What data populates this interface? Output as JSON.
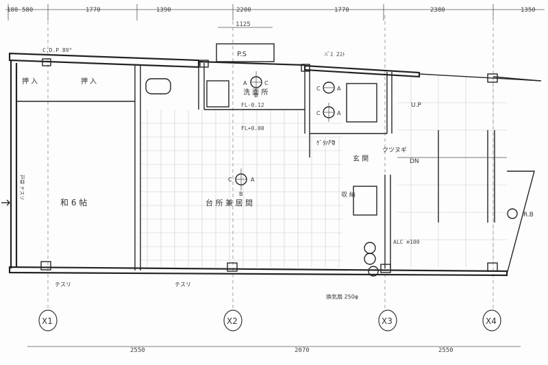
{
  "top_dims": [
    "180",
    "580",
    "1770",
    "1390",
    "2200",
    "1770",
    "2380",
    "1350"
  ],
  "bottom_dims": [
    "2550",
    "2070",
    "2550"
  ],
  "labels": {
    "ps": "P.S",
    "dim_1125": "1125",
    "bz_label": "ﾊﾞｽ 2ｽﾄ",
    "cdp": "C.D.P 89°",
    "oshiire_left": "押 入",
    "oshiire_right": "押 入",
    "washitsu": "和 6 帖",
    "kitchen_living": "台 所 兼 居 間",
    "senmen": "洗 面 所",
    "fl_012": "FL-0.12",
    "fl_000": "FL+0.00",
    "getabako": "ｹﾞﾀﾊﾞｺ",
    "genkan": "玄 関",
    "kutsunugi": "クツヌギ",
    "shuno": "収 納",
    "up": "U.P",
    "dn": "DN",
    "alc": "ALC ⊕100",
    "rb": "R.B",
    "tesuri_left": "テスリ",
    "tesuri_right": "テスリ",
    "kankisen": "換気扇 250φ",
    "side_note": "戸袋 ナスリ",
    "room_fd": "FD",
    "dot_a1": "A",
    "dot_b1": "B",
    "dot_c1": "C",
    "dot_a2": "A",
    "dot_b2": "B",
    "dot_c2": "C",
    "dot_a3": "A",
    "dot_c3": "C",
    "dot_a4": "A",
    "dot_c4": "C"
  },
  "axes": [
    "X1",
    "X2",
    "X3",
    "X4"
  ]
}
